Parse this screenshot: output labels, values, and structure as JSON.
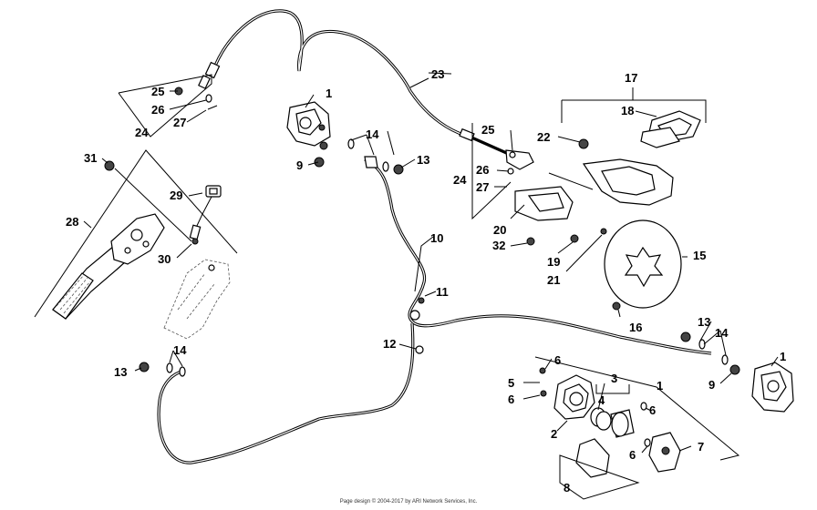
{
  "callouts": [
    {
      "id": "c1a",
      "text": "1"
    },
    {
      "id": "c1b",
      "text": "1"
    },
    {
      "id": "c1c",
      "text": "1"
    },
    {
      "id": "c2",
      "text": "2"
    },
    {
      "id": "c3",
      "text": "3"
    },
    {
      "id": "c4",
      "text": "4"
    },
    {
      "id": "c5",
      "text": "5"
    },
    {
      "id": "c6a",
      "text": "6"
    },
    {
      "id": "c6b",
      "text": "6"
    },
    {
      "id": "c6c",
      "text": "6"
    },
    {
      "id": "c6d",
      "text": "6"
    },
    {
      "id": "c7",
      "text": "7"
    },
    {
      "id": "c8",
      "text": "8"
    },
    {
      "id": "c9a",
      "text": "9"
    },
    {
      "id": "c9b",
      "text": "9"
    },
    {
      "id": "c10",
      "text": "10"
    },
    {
      "id": "c11",
      "text": "11"
    },
    {
      "id": "c12",
      "text": "12"
    },
    {
      "id": "c13a",
      "text": "13"
    },
    {
      "id": "c13b",
      "text": "13"
    },
    {
      "id": "c13c",
      "text": "13"
    },
    {
      "id": "c14a",
      "text": "14"
    },
    {
      "id": "c14b",
      "text": "14"
    },
    {
      "id": "c14c",
      "text": "14"
    },
    {
      "id": "c15",
      "text": "15"
    },
    {
      "id": "c16",
      "text": "16"
    },
    {
      "id": "c17",
      "text": "17"
    },
    {
      "id": "c18",
      "text": "18"
    },
    {
      "id": "c19",
      "text": "19"
    },
    {
      "id": "c20",
      "text": "20"
    },
    {
      "id": "c21",
      "text": "21"
    },
    {
      "id": "c22",
      "text": "22"
    },
    {
      "id": "c23",
      "text": "23"
    },
    {
      "id": "c24a",
      "text": "24"
    },
    {
      "id": "c24b",
      "text": "24"
    },
    {
      "id": "c25a",
      "text": "25"
    },
    {
      "id": "c25b",
      "text": "25"
    },
    {
      "id": "c26a",
      "text": "26"
    },
    {
      "id": "c26b",
      "text": "26"
    },
    {
      "id": "c27a",
      "text": "27"
    },
    {
      "id": "c27b",
      "text": "27"
    },
    {
      "id": "c28",
      "text": "28"
    },
    {
      "id": "c29",
      "text": "29"
    },
    {
      "id": "c30",
      "text": "30"
    },
    {
      "id": "c31",
      "text": "31"
    },
    {
      "id": "c32",
      "text": "32"
    }
  ],
  "footer": "Page design © 2004-2017 by ARI Network Services, Inc."
}
